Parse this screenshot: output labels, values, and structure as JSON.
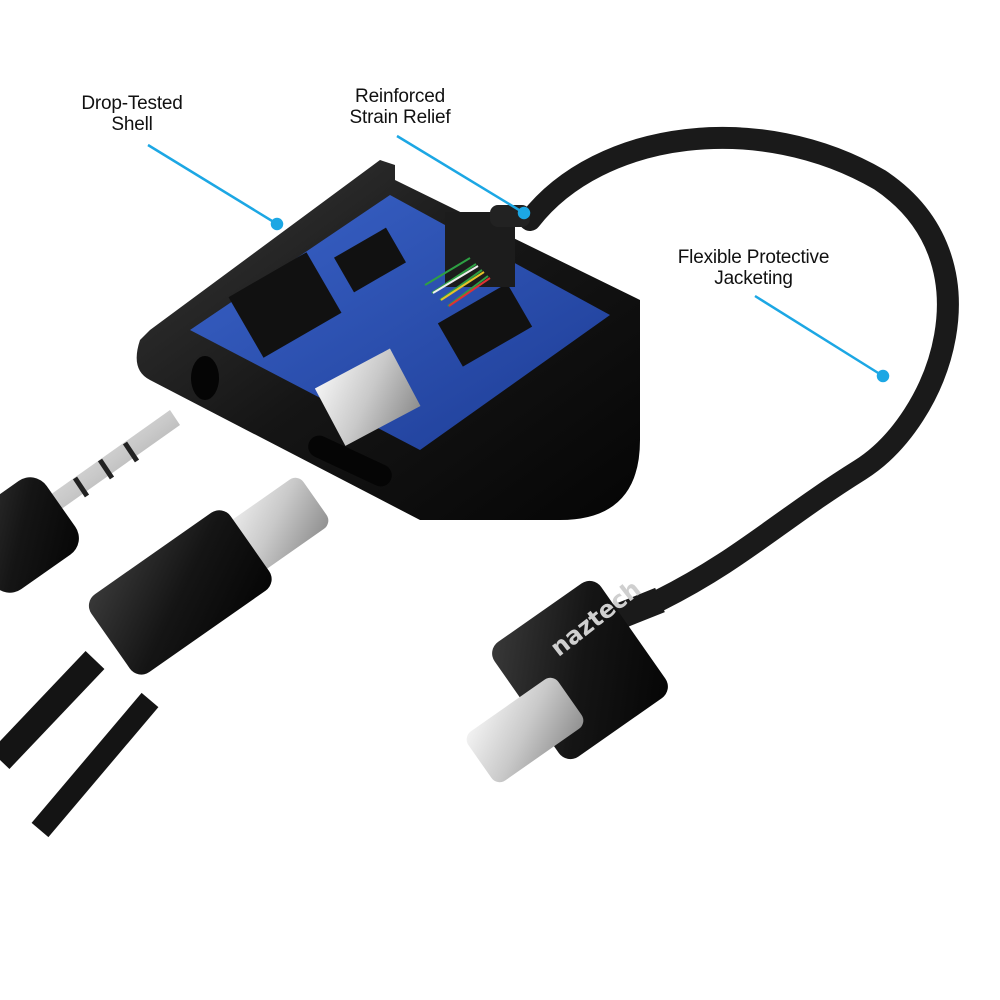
{
  "callouts": [
    {
      "id": "drop-tested-shell",
      "line1": "Drop-Tested",
      "line2": "Shell"
    },
    {
      "id": "reinforced-strain-relief",
      "line1": "Reinforced",
      "line2": "Strain Relief"
    },
    {
      "id": "flexible-protective-jacketing",
      "line1": "Flexible Protective",
      "line2": "Jacketing"
    }
  ],
  "brand": {
    "logo_text": "naztech"
  },
  "colors": {
    "accent": "#1ca7e4",
    "body": "#141414",
    "pcb": "#2a4fb0",
    "background": "#ffffff"
  }
}
